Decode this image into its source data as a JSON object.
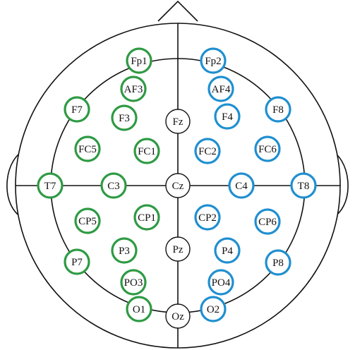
{
  "colors": {
    "outline": "#111111",
    "left_hemisphere": "#2e9a43",
    "right_hemisphere": "#1f8fd0",
    "midline": "#111111",
    "fill": "#ffffff"
  },
  "electrodes": [
    {
      "label": "Fp1",
      "group": "left"
    },
    {
      "label": "Fp2",
      "group": "right"
    },
    {
      "label": "AF3",
      "group": "left"
    },
    {
      "label": "AF4",
      "group": "right"
    },
    {
      "label": "F7",
      "group": "left"
    },
    {
      "label": "F3",
      "group": "left"
    },
    {
      "label": "Fz",
      "group": "midline"
    },
    {
      "label": "F4",
      "group": "right"
    },
    {
      "label": "F8",
      "group": "right"
    },
    {
      "label": "FC5",
      "group": "left"
    },
    {
      "label": "FC1",
      "group": "left"
    },
    {
      "label": "FC2",
      "group": "right"
    },
    {
      "label": "FC6",
      "group": "right"
    },
    {
      "label": "T7",
      "group": "left"
    },
    {
      "label": "C3",
      "group": "left"
    },
    {
      "label": "Cz",
      "group": "midline"
    },
    {
      "label": "C4",
      "group": "right"
    },
    {
      "label": "T8",
      "group": "right"
    },
    {
      "label": "CP5",
      "group": "left"
    },
    {
      "label": "CP1",
      "group": "left"
    },
    {
      "label": "CP2",
      "group": "right"
    },
    {
      "label": "CP6",
      "group": "right"
    },
    {
      "label": "P7",
      "group": "left"
    },
    {
      "label": "P3",
      "group": "left"
    },
    {
      "label": "Pz",
      "group": "midline"
    },
    {
      "label": "P4",
      "group": "right"
    },
    {
      "label": "P8",
      "group": "right"
    },
    {
      "label": "PO3",
      "group": "left"
    },
    {
      "label": "PO4",
      "group": "right"
    },
    {
      "label": "O1",
      "group": "left"
    },
    {
      "label": "Oz",
      "group": "midline"
    },
    {
      "label": "O2",
      "group": "right"
    }
  ]
}
